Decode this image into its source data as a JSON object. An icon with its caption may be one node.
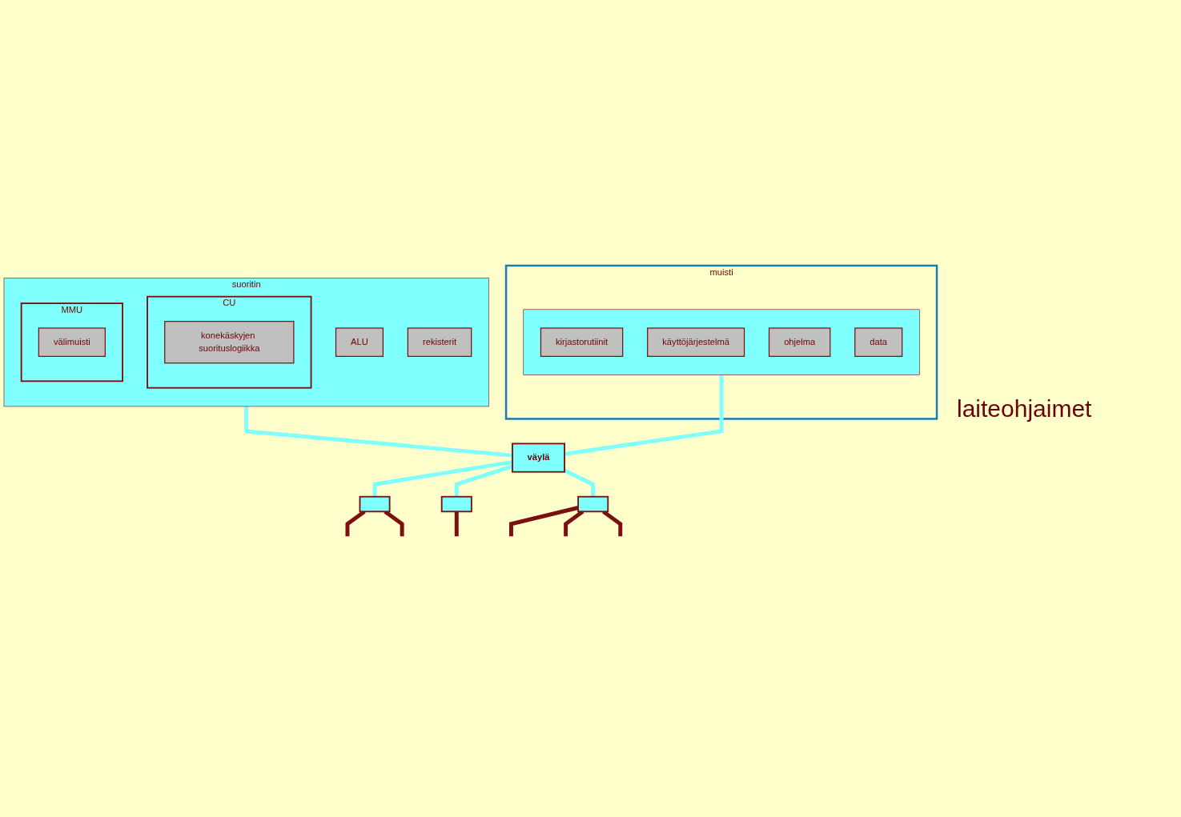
{
  "diagram": {
    "nodes": [
      {
        "text": [
          "suoritin"
        ]
      },
      {
        "text": [
          "CU"
        ],
        "in": 0
      },
      {
        "text": [
          "konekäskyjen suorituslogiikka"
        ],
        "in": 1
      },
      {
        "text": [
          "ALU"
        ],
        "in": 0
      },
      {
        "text": [
          "rekisterit"
        ],
        "in": 0
      },
      {
        "text": [
          "MMU"
        ],
        "in": 0
      },
      {
        "text": [
          "välimuisti"
        ],
        "in": 5
      },
      {
        "text": [
          "muisti"
        ]
      },
      {
        "text": [],
        "shape": "box",
        "in": 7
      },
      {
        "text": [
          "kirjastorutiinit"
        ],
        "in": 8
      },
      {
        "text": [
          "käyttöjärjestelmä"
        ],
        "in": 8
      },
      {
        "text": [
          "ohjelma"
        ],
        "in": 8
      },
      {
        "text": [
          "data"
        ],
        "in": 8
      },
      {
        "text": [
          "väylä"
        ]
      },
      {
        "text": [],
        "shape": "box"
      },
      {
        "text": [],
        "shape": "box"
      },
      {
        "text": [],
        "shape": "box"
      }
    ],
    "edges": [
      {
        "from": 0,
        "to": 13,
        "arrow": "none",
        "color": "#80ffff"
      },
      {
        "from": 8,
        "to": 13,
        "arrow": "none",
        "color": "#80ffff"
      },
      {
        "from": 13,
        "to": 14,
        "arrow": "none",
        "color": "#80ffff"
      },
      {
        "from": 13,
        "to": 15,
        "arrow": "none",
        "color": "#80ffff"
      },
      {
        "from": 13,
        "to": 16,
        "arrow": "none",
        "color": "#80ffff"
      },
      {
        "from": 14,
        "to": null,
        "arrow": "none",
        "color": "#7a1010"
      },
      {
        "from": 14,
        "to": null,
        "arrow": "none",
        "color": "#7a1010"
      },
      {
        "from": 15,
        "to": null,
        "arrow": "none",
        "color": "#7a1010"
      },
      {
        "from": 16,
        "to": null,
        "arrow": "none",
        "color": "#7a1010"
      },
      {
        "from": 16,
        "to": null,
        "arrow": "none",
        "color": "#7a1010"
      },
      {
        "from": 16,
        "to": null,
        "arrow": "none",
        "color": "#7a1010"
      }
    ],
    "labels": [
      "laiteohjaimet"
    ]
  }
}
